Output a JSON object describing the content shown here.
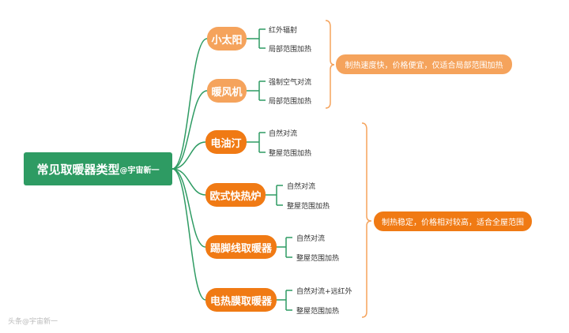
{
  "root": {
    "title": "常见取暖器类型",
    "author": "@宇宙新一"
  },
  "branches": [
    {
      "label": "小太阳",
      "leaves": [
        "红外辐射",
        "局部范围加热"
      ]
    },
    {
      "label": "暖风机",
      "leaves": [
        "强制空气对流",
        "局部范围加热"
      ]
    },
    {
      "label": "电油汀",
      "leaves": [
        "自然对流",
        "整屋范围加热"
      ]
    },
    {
      "label": "欧式快热炉",
      "leaves": [
        "自然对流",
        "整屋范围加热"
      ]
    },
    {
      "label": "踢脚线取暖器",
      "leaves": [
        "自然对流",
        "整屋范围加热"
      ]
    },
    {
      "label": "电热膜取暖器",
      "leaves": [
        "自然对流+远红外",
        "整屋范围加热"
      ]
    }
  ],
  "summaries": [
    "制热速度快，价格便宜，仅适合局部范围加热",
    "制热稳定，价格相对较高，适合全屋范围"
  ],
  "watermark": "头条@宇宙新一",
  "colors": {
    "root": "#2e9b63",
    "light": "#f5a35c",
    "dark": "#f07a14",
    "line": "#2e9b63"
  }
}
